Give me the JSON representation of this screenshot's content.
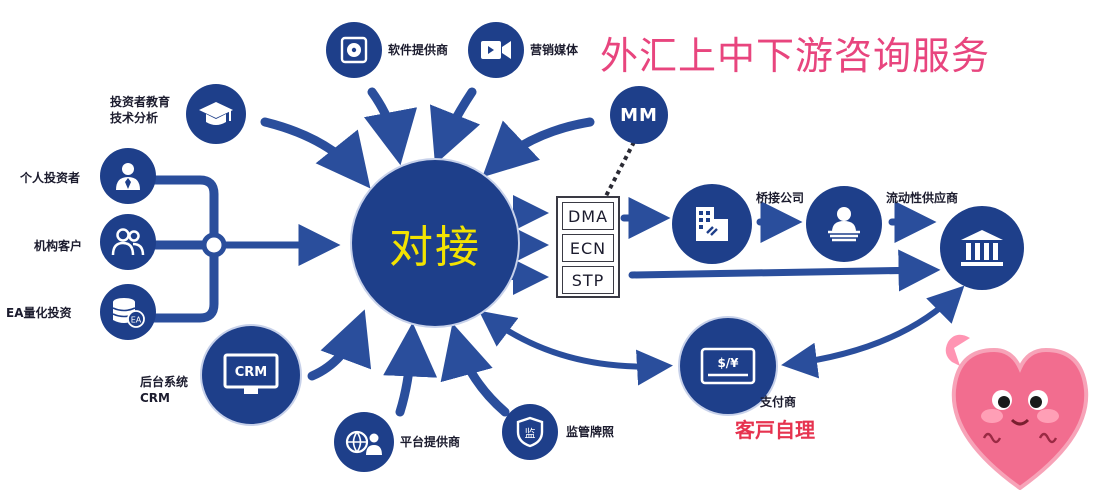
{
  "title": "外汇上中下游咨询服务",
  "hub": {
    "label": "对接",
    "icon": "connect-hub"
  },
  "routing": [
    {
      "label": "DMA"
    },
    {
      "label": "ECN"
    },
    {
      "label": "STP"
    }
  ],
  "left_nodes": [
    {
      "label": "个人投资者",
      "icon": "person-tie-icon"
    },
    {
      "label": "机构客户",
      "icon": "group-icon"
    },
    {
      "label": "EA量化投资",
      "icon": "database-ea-icon",
      "badge": "EA"
    }
  ],
  "nodes": {
    "education": {
      "label": "投资者教育\n技术分析",
      "icon": "graduation-cap-icon"
    },
    "software": {
      "label": "软件提供商",
      "icon": "disc-icon"
    },
    "marketing": {
      "label": "营销媒体",
      "icon": "video-camera-icon"
    },
    "mm": {
      "label": "MM",
      "icon": "mm-badge"
    },
    "crm": {
      "label": "后台系统\nCRM",
      "icon": "monitor-icon",
      "screen_text": "CRM"
    },
    "platform": {
      "label": "平台提供商",
      "icon": "globe-user-icon"
    },
    "regulation": {
      "label": "监管牌照",
      "icon": "shield-icon",
      "shield_text": "监"
    },
    "bridge": {
      "label": "桥接公司",
      "icon": "building-link-icon"
    },
    "liquidity": {
      "label": "流动性供应商",
      "icon": "broker-icon"
    },
    "bank": {
      "label": "",
      "icon": "bank-icon"
    },
    "payment": {
      "label": "支付商",
      "icon": "card-icon",
      "card_text": "$/¥"
    }
  },
  "client_self": "客戸自理",
  "colors": {
    "node": "#1e3f8a",
    "arrow": "#2a4e9c",
    "hub_text": "#f3e300",
    "title": "#e8457e",
    "accent_red": "#e6334f",
    "heart": "#f26d8f"
  }
}
